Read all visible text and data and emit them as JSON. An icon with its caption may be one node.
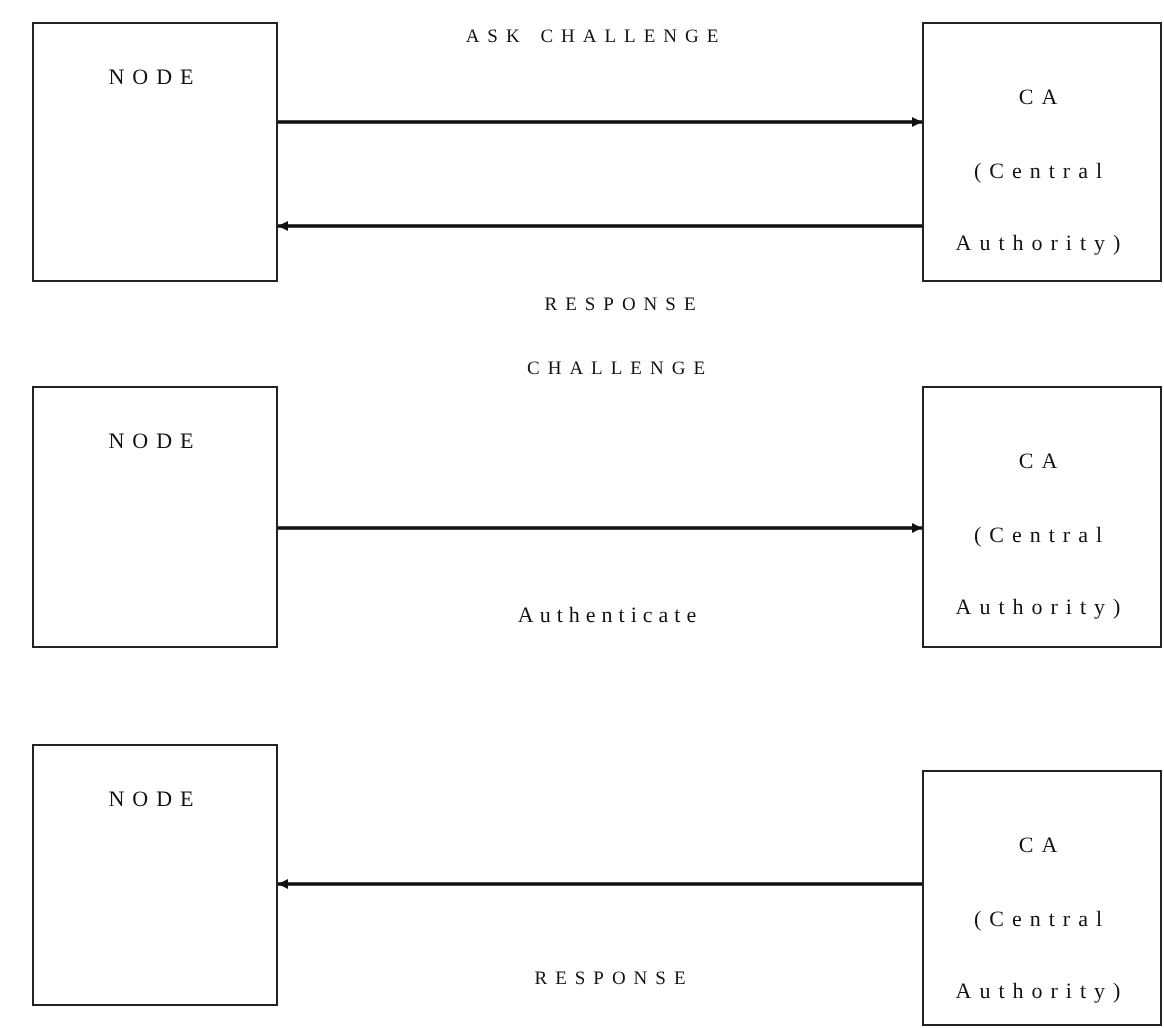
{
  "diagram": {
    "nodes": [
      {
        "text": [
          "NODE"
        ]
      },
      {
        "text": [
          "CA",
          "(Central Authority)"
        ]
      },
      {
        "text": [
          "NODE"
        ]
      },
      {
        "text": [
          "CA",
          "(Central Authority)"
        ]
      },
      {
        "text": [
          "NODE"
        ]
      },
      {
        "text": [
          "CA",
          "(Central Authority)"
        ]
      }
    ],
    "edges": [
      {
        "from": 0,
        "to": 1,
        "arrow": "to",
        "label": "ASK CHALLENGE"
      },
      {
        "from": 1,
        "to": 0,
        "arrow": "to",
        "label": "RESPONSE"
      },
      {
        "from": 2,
        "to": 3,
        "arrow": "to"
      },
      {
        "from": 5,
        "to": 4,
        "arrow": "to",
        "label": "RESPONSE"
      }
    ],
    "labels": [
      "CHALLENGE",
      "Authenticate"
    ]
  }
}
